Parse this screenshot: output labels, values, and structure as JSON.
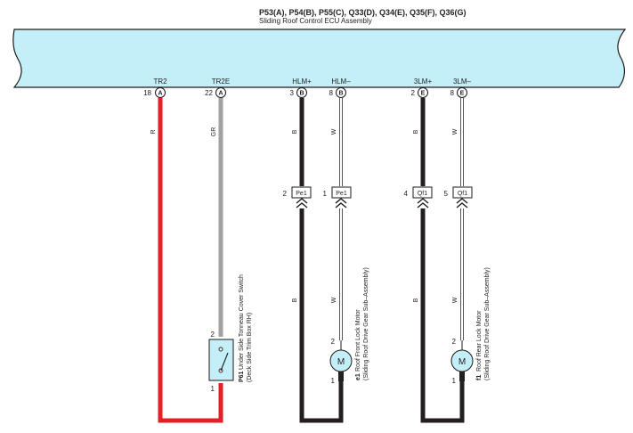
{
  "ecu": {
    "header": "P53(A), P54(B), P55(C), Q33(D), Q34(E), Q35(F), Q36(G)",
    "name": "Sliding Roof Control ECU Assembly"
  },
  "colors": {
    "ecu_fill": "#c4eff9",
    "wire_red": "#e41f26",
    "wire_gray": "#a2a2a2",
    "wire_black": "#231f20"
  },
  "terminals": [
    {
      "signal": "TR2",
      "pin": "18",
      "conn": "A",
      "wire": "R"
    },
    {
      "signal": "TR2E",
      "pin": "22",
      "conn": "A",
      "wire": "GR"
    },
    {
      "signal": "HLM+",
      "pin": "3",
      "conn": "B",
      "wire": "B"
    },
    {
      "signal": "HLM–",
      "pin": "8",
      "conn": "B",
      "wire": "W"
    },
    {
      "signal": "3LM+",
      "pin": "2",
      "conn": "E",
      "wire": "B"
    },
    {
      "signal": "3LM–",
      "pin": "8",
      "conn": "E",
      "wire": "W"
    }
  ],
  "junction_connectors": [
    {
      "pin": "2",
      "name": "Pe1",
      "wire_below": "B"
    },
    {
      "pin": "1",
      "name": "Pe1",
      "wire_below": "W"
    },
    {
      "pin": "4",
      "name": "Qf1",
      "wire_below": "B"
    },
    {
      "pin": "5",
      "name": "Qf1",
      "wire_below": "W"
    }
  ],
  "components": [
    {
      "code": "P61",
      "name": "Under Side Tonneau Cover Switch",
      "sub": "(Deck Side Trim Box RH)",
      "pin_top": "2",
      "pin_bottom": "1"
    },
    {
      "code": "e1",
      "name": "Roof Front Lock Motor",
      "sub": "(Sliding Roof Drive Gear Sub–Assembly)",
      "symbol": "M",
      "pin_top": "2",
      "pin_bottom": "1"
    },
    {
      "code": "f1",
      "name": "Roof Rear Lock Motor",
      "sub": "(Sliding Roof Drive Gear Sub–Assembly)",
      "symbol": "M",
      "pin_top": "2",
      "pin_bottom": "1"
    }
  ]
}
